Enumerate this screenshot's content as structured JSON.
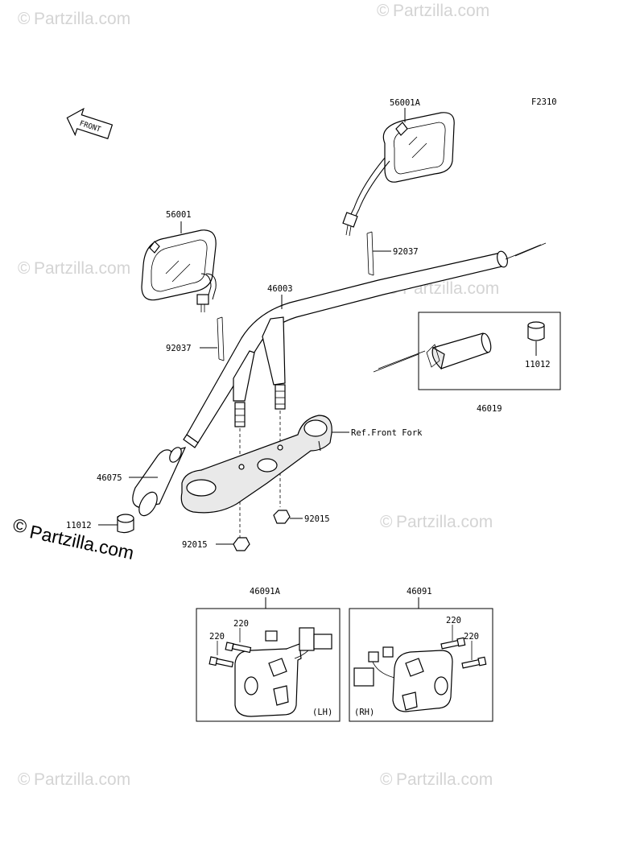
{
  "figure_code": "F2310",
  "front_arrow_label": "FRONT",
  "watermark_text": "Partzilla.com",
  "copyright_symbol": "©",
  "parts": {
    "mirror_right": "56001A",
    "mirror_left": "56001",
    "spring_upper": "92037",
    "spring_lower": "92037",
    "handlebar": "46003",
    "grip_assembly_box": "46019",
    "cap_in_box": "11012",
    "grip_left": "46075",
    "cap_left": "11012",
    "nut_right": "92015",
    "nut_left": "92015",
    "ref_front_fork": "Ref.Front Fork",
    "switch_left_box": "46091A",
    "switch_right_box": "46091",
    "screw_lh_a": "220",
    "screw_lh_b": "220",
    "screw_rh_a": "220",
    "screw_rh_b": "220",
    "side_lh": "(LH)",
    "side_rh": "(RH)"
  },
  "colors": {
    "line": "#000000",
    "watermark": "#d4d4d4",
    "background": "#ffffff"
  }
}
